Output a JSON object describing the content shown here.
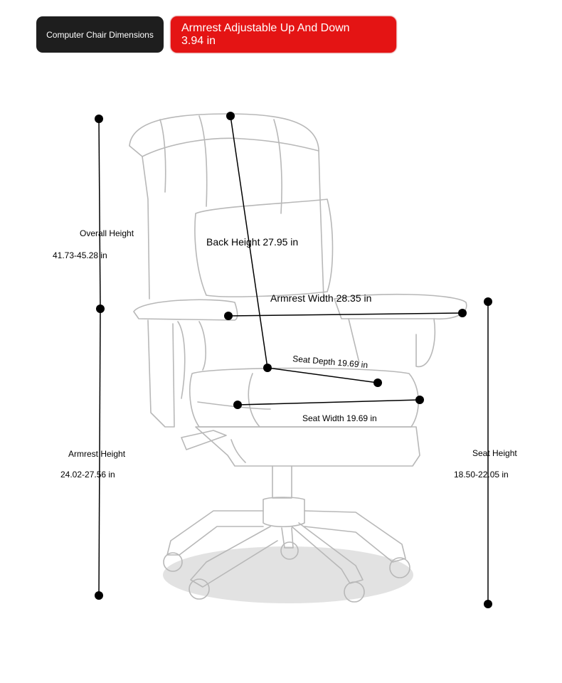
{
  "header": {
    "title_badge": "Computer Chair Dimensions",
    "armrest_note_line1": "Armrest Adjustable Up And Down",
    "armrest_note_line2": "3.94 in"
  },
  "dimensions": {
    "overall_height_label": "Overall Height",
    "overall_height_value": "41.73-45.28 in",
    "back_height": "Back Height 27.95 in",
    "armrest_width": "Armrest Width 28.35 in",
    "seat_depth": "Seat Depth 19.69 in",
    "seat_width": "Seat Width 19.69 in",
    "armrest_height_label": "Armrest Height",
    "armrest_height_value": "24.02-27.56 in",
    "seat_height_label": "Seat Height",
    "seat_height_value": "18.50-22.05 in"
  },
  "colors": {
    "dark_badge": "#1e1e1e",
    "red_badge": "#e41414",
    "line": "#000000",
    "sketch": "#b8b8b8",
    "shadow": "#e2e2e2"
  }
}
